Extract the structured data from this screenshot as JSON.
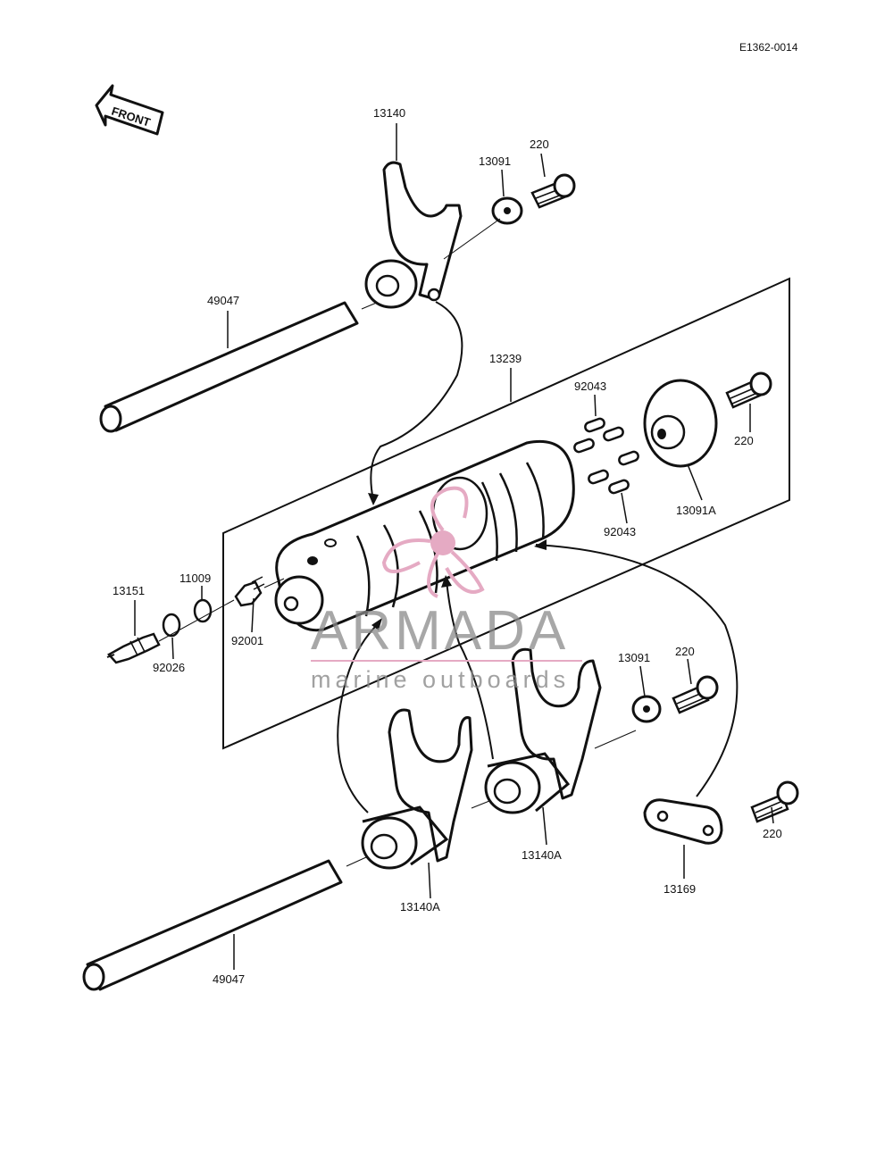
{
  "diagram": {
    "ref_code": "E1362-0014",
    "front_label": "FRONT",
    "parts": {
      "fork_upper": "13140",
      "washer_upper": "13091",
      "bolt_upper": "220",
      "shaft_upper": "49047",
      "drum": "13239",
      "pins_top": "92043",
      "pins_bottom": "92043",
      "drum_plate": "13091A",
      "bolt_plate": "220",
      "switch": "13151",
      "gasket_switch": "92026",
      "washer_plug": "11009",
      "plug": "92001",
      "washer_lower": "13091",
      "bolt_lower": "220",
      "fork_lower_left": "13140A",
      "fork_lower_right": "13140A",
      "stopper": "13169",
      "bolt_stopper": "220",
      "shaft_lower": "49047"
    },
    "watermark": {
      "brand": "ARMADA",
      "tagline": "marine outboards",
      "brand_color": "#e5aac3"
    }
  }
}
